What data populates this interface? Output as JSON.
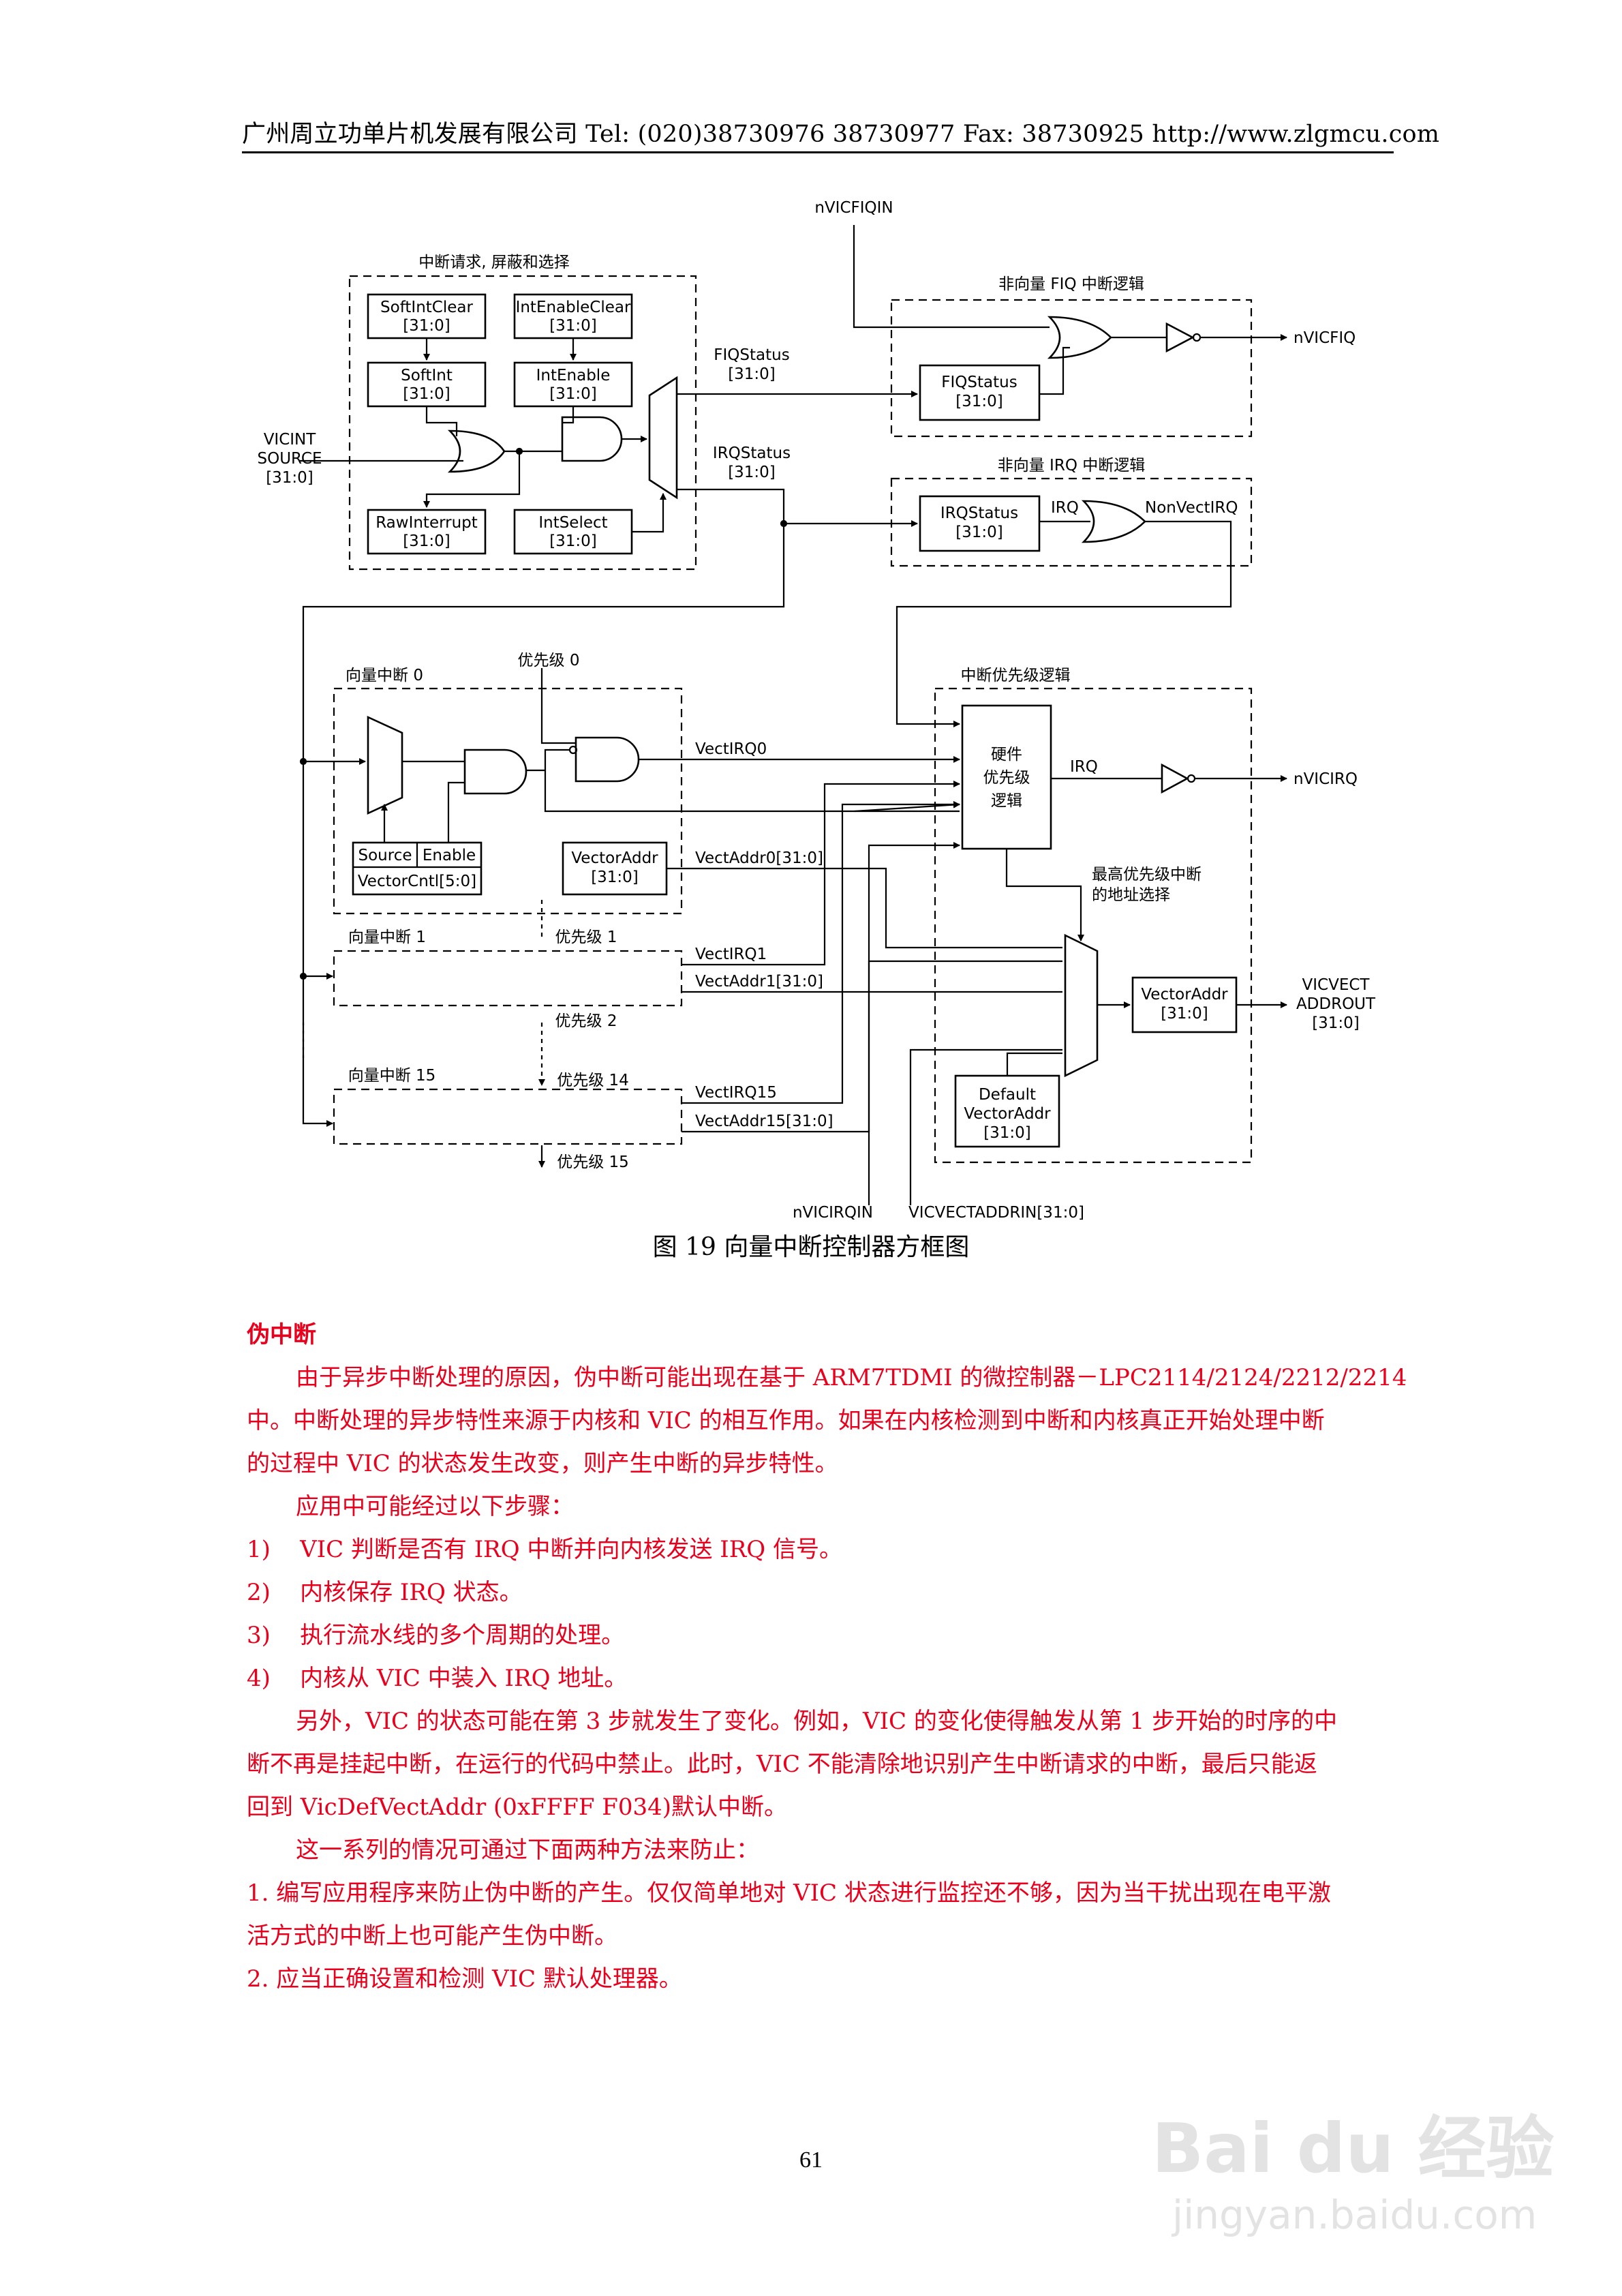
{
  "header": {
    "text": "广州周立功单片机发展有限公司 Tel: (020)38730976    38730977    Fax: 38730925    http://www.zlgmcu.com"
  },
  "diagram": {
    "group_labels": {
      "request_mask_select": "中断请求, 屏蔽和选择",
      "non_vectored_fiq": "非向量 FIQ 中断逻辑",
      "non_vectored_irq": "非向量 IRQ 中断逻辑",
      "priority_logic": "中断优先级逻辑",
      "vectored_int_0": "向量中断 0",
      "vectored_int_1": "向量中断 1",
      "vectored_int_15": "向量中断 15",
      "highest_priority_addr_select": [
        "最高优先级中断",
        "的地址选择"
      ]
    },
    "blocks": {
      "soft_int_clear": [
        "SoftIntClear",
        "[31:0]"
      ],
      "int_enable_clear": [
        "IntEnableClear",
        "[31:0]"
      ],
      "soft_int": [
        "SoftInt",
        "[31:0]"
      ],
      "int_enable": [
        "IntEnable",
        "[31:0]"
      ],
      "raw_interrupt": [
        "RawInterrupt",
        "[31:0]"
      ],
      "int_select": [
        "IntSelect",
        "[31:0]"
      ],
      "fiq_status": [
        "FIQStatus",
        "[31:0]"
      ],
      "irq_status": [
        "IRQStatus",
        "[31:0]"
      ],
      "hw_priority_logic": [
        "硬件",
        "优先级",
        "逻辑"
      ],
      "vector_addr_0": [
        "VectorAddr",
        "[31:0]"
      ],
      "vector_addr_out": [
        "VectorAddr",
        "[31:0]"
      ],
      "default_vector_addr": [
        "Default",
        "VectorAddr",
        "[31:0]"
      ],
      "source": "Source",
      "enable": "Enable",
      "vector_cntl": "VectorCntl[5:0]"
    },
    "signals": {
      "nvicfiqin": "nVICFIQIN",
      "vicint_source": [
        "VICINT",
        "SOURCE",
        "[31:0]"
      ],
      "fiq_status_bus": [
        "FIQStatus",
        "[31:0]"
      ],
      "irq_status_bus": [
        "IRQStatus",
        "[31:0]"
      ],
      "nvicfiq": "nVICFIQ",
      "irq": "IRQ",
      "non_vect_irq": "NonVectIRQ",
      "nvicirq": "nVICIRQ",
      "irq_out": "IRQ",
      "priority_0": "优先级 0",
      "priority_1": "优先级 1",
      "priority_2": "优先级 2",
      "priority_14": "优先级 14",
      "priority_15": "优先级 15",
      "vect_irq0": "VectIRQ0",
      "vect_addr0": "VectAddr0[31:0]",
      "vect_irq1": "VectIRQ1",
      "vect_addr1": "VectAddr1[31:0]",
      "vect_irq15": "VectIRQ15",
      "vect_addr15": "VectAddr15[31:0]",
      "vicvect_addrout": [
        "VICVECT",
        "ADDROUT",
        "[31:0]"
      ],
      "nvicirqin": "nVICIRQIN",
      "vicvectaddrin": "VICVECTADDRIN[31:0]"
    }
  },
  "caption": "图 19    向量中断控制器方框图",
  "section": {
    "title": "伪中断",
    "lines": [
      "由于异步中断处理的原因，伪中断可能出现在基于 ARM7TDMI 的微控制器－LPC2114/2124/2212/2214",
      "中。中断处理的异步特性来源于内核和 VIC 的相互作用。如果在内核检测到中断和内核真正开始处理中断",
      "的过程中 VIC 的状态发生改变，则产生中断的异步特性。",
      "应用中可能经过以下步骤：",
      "1)    VIC 判断是否有 IRQ 中断并向内核发送 IRQ 信号。",
      "2)    内核保存 IRQ 状态。",
      "3)    执行流水线的多个周期的处理。",
      "4)    内核从 VIC 中装入 IRQ 地址。",
      "另外，VIC 的状态可能在第 3 步就发生了变化。例如，VIC 的变化使得触发从第 1 步开始的时序的中",
      "断不再是挂起中断，在运行的代码中禁止。此时，VIC 不能清除地识别产生中断请求的中断，最后只能返",
      "回到 VicDefVectAddr (0xFFFF F034)默认中断。",
      "这一系列的情况可通过下面两种方法来防止：",
      "1. 编写应用程序来防止伪中断的产生。仅仅简单地对 VIC 状态进行监控还不够，因为当干扰出现在电平激",
      "活方式的中断上也可能产生伪中断。",
      "2. 应当正确设置和检测 VIC 默认处理器。"
    ]
  },
  "page_number": "61",
  "watermark": {
    "brand": "Bai du 经验",
    "url": "jingyan.baidu.com"
  }
}
